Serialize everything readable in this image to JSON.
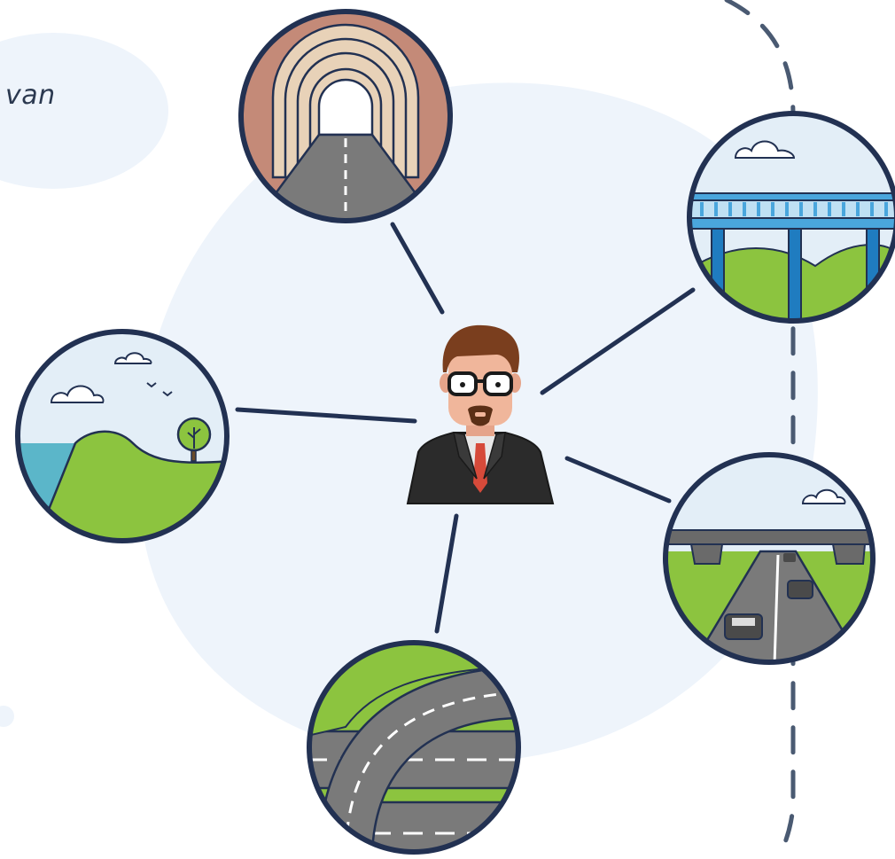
{
  "caption_fragment": "van",
  "colors": {
    "outline": "#223152",
    "blob": "#eef4fb",
    "sky": "#e3eef7",
    "grass": "#8cc43f",
    "asphalt": "#7a7a7a",
    "bridge": "#4aa6dc",
    "tunnel_brick": "#c48a78",
    "tunnel_arch": "#e8d2b8",
    "water": "#5bb6c9"
  },
  "hub": {
    "icon": "engineer-avatar-icon"
  },
  "nodes": [
    {
      "id": "tunnel",
      "icon": "tunnel-icon"
    },
    {
      "id": "bridge",
      "icon": "bridge-icon"
    },
    {
      "id": "landscape",
      "icon": "landscape-icon"
    },
    {
      "id": "highway",
      "icon": "highway-icon"
    },
    {
      "id": "interchange",
      "icon": "interchange-icon"
    }
  ]
}
